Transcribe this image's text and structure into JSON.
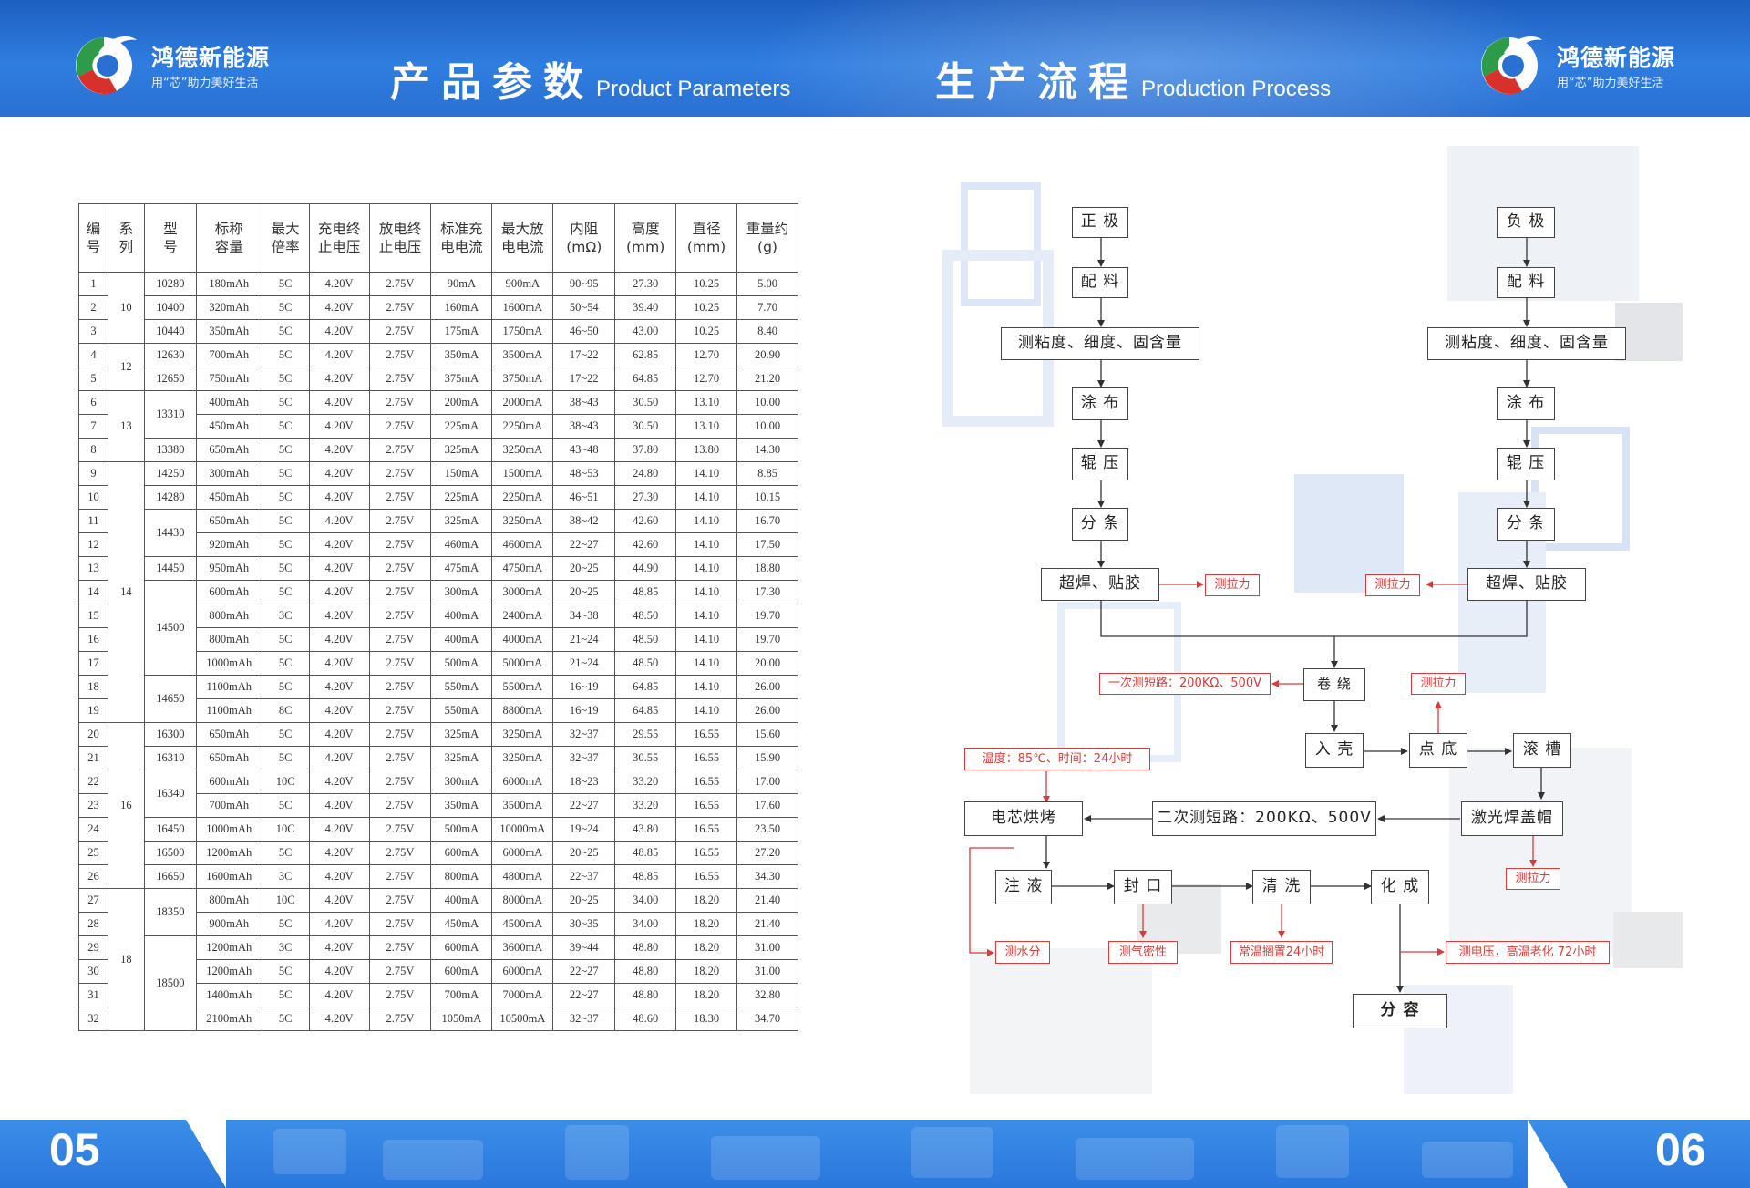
{
  "brand": {
    "name": "鸿德新能源",
    "slogan": "用“芯”助力美好生活"
  },
  "header": {
    "left_title_zh": "产品参数",
    "left_title_en": "Product Parameters",
    "right_title_zh": "生产流程",
    "right_title_en": "Production Process"
  },
  "footer": {
    "left_page": "05",
    "right_page": "06"
  },
  "table": {
    "headers": [
      "编号",
      "系列",
      "型号",
      "标称容量",
      "最大倍率",
      "充电终止电压",
      "放电终止电压",
      "标准充电电流",
      "最大放电电流",
      "内阻(mΩ)",
      "高度(mm)",
      "直径(mm)",
      "重量约(g)"
    ],
    "header_lines": [
      [
        "编",
        "号"
      ],
      [
        "系",
        "列"
      ],
      [
        "型",
        "号"
      ],
      [
        "标称",
        "容量"
      ],
      [
        "最大",
        "倍率"
      ],
      [
        "充电终",
        "止电压"
      ],
      [
        "放电终",
        "止电压"
      ],
      [
        "标准充",
        "电电流"
      ],
      [
        "最大放",
        "电电流"
      ],
      [
        "内阻",
        "(mΩ)"
      ],
      [
        "高度",
        "(mm)"
      ],
      [
        "直径",
        "(mm)"
      ],
      [
        "重量约",
        "(g)"
      ]
    ],
    "series_groups": [
      {
        "label": "10",
        "start": 0,
        "span": 3
      },
      {
        "label": "12",
        "start": 3,
        "span": 2
      },
      {
        "label": "13",
        "start": 5,
        "span": 3
      },
      {
        "label": "14",
        "start": 8,
        "span": 11
      },
      {
        "label": "16",
        "start": 19,
        "span": 7
      },
      {
        "label": "18",
        "start": 26,
        "span": 6
      }
    ],
    "model_groups": [
      {
        "label": "10280",
        "start": 0,
        "span": 1
      },
      {
        "label": "10400",
        "start": 1,
        "span": 1
      },
      {
        "label": "10440",
        "start": 2,
        "span": 1
      },
      {
        "label": "12630",
        "start": 3,
        "span": 1
      },
      {
        "label": "12650",
        "start": 4,
        "span": 1
      },
      {
        "label": "13310",
        "start": 5,
        "span": 2
      },
      {
        "label": "13380",
        "start": 7,
        "span": 1
      },
      {
        "label": "14250",
        "start": 8,
        "span": 1
      },
      {
        "label": "14280",
        "start": 9,
        "span": 1
      },
      {
        "label": "14430",
        "start": 10,
        "span": 2
      },
      {
        "label": "14450",
        "start": 12,
        "span": 1
      },
      {
        "label": "14500",
        "start": 13,
        "span": 4
      },
      {
        "label": "14650",
        "start": 17,
        "span": 2
      },
      {
        "label": "16300",
        "start": 19,
        "span": 1
      },
      {
        "label": "16310",
        "start": 20,
        "span": 1
      },
      {
        "label": "16340",
        "start": 21,
        "span": 2
      },
      {
        "label": "16450",
        "start": 23,
        "span": 1
      },
      {
        "label": "16500",
        "start": 24,
        "span": 1
      },
      {
        "label": "16650",
        "start": 25,
        "span": 1
      },
      {
        "label": "18350",
        "start": 26,
        "span": 2
      },
      {
        "label": "18500",
        "start": 28,
        "span": 4
      }
    ],
    "rows": [
      [
        "1",
        "180mAh",
        "5C",
        "4.20V",
        "2.75V",
        "90mA",
        "900mA",
        "90~95",
        "27.30",
        "10.25",
        "5.00"
      ],
      [
        "2",
        "320mAh",
        "5C",
        "4.20V",
        "2.75V",
        "160mA",
        "1600mA",
        "50~54",
        "39.40",
        "10.25",
        "7.70"
      ],
      [
        "3",
        "350mAh",
        "5C",
        "4.20V",
        "2.75V",
        "175mA",
        "1750mA",
        "46~50",
        "43.00",
        "10.25",
        "8.40"
      ],
      [
        "4",
        "700mAh",
        "5C",
        "4.20V",
        "2.75V",
        "350mA",
        "3500mA",
        "17~22",
        "62.85",
        "12.70",
        "20.90"
      ],
      [
        "5",
        "750mAh",
        "5C",
        "4.20V",
        "2.75V",
        "375mA",
        "3750mA",
        "17~22",
        "64.85",
        "12.70",
        "21.20"
      ],
      [
        "6",
        "400mAh",
        "5C",
        "4.20V",
        "2.75V",
        "200mA",
        "2000mA",
        "38~43",
        "30.50",
        "13.10",
        "10.00"
      ],
      [
        "7",
        "450mAh",
        "5C",
        "4.20V",
        "2.75V",
        "225mA",
        "2250mA",
        "38~43",
        "30.50",
        "13.10",
        "10.00"
      ],
      [
        "8",
        "650mAh",
        "5C",
        "4.20V",
        "2.75V",
        "325mA",
        "3250mA",
        "43~48",
        "37.80",
        "13.80",
        "14.30"
      ],
      [
        "9",
        "300mAh",
        "5C",
        "4.20V",
        "2.75V",
        "150mA",
        "1500mA",
        "48~53",
        "24.80",
        "14.10",
        "8.85"
      ],
      [
        "10",
        "450mAh",
        "5C",
        "4.20V",
        "2.75V",
        "225mA",
        "2250mA",
        "46~51",
        "27.30",
        "14.10",
        "10.15"
      ],
      [
        "11",
        "650mAh",
        "5C",
        "4.20V",
        "2.75V",
        "325mA",
        "3250mA",
        "38~42",
        "42.60",
        "14.10",
        "16.70"
      ],
      [
        "12",
        "920mAh",
        "5C",
        "4.20V",
        "2.75V",
        "460mA",
        "4600mA",
        "22~27",
        "42.60",
        "14.10",
        "17.50"
      ],
      [
        "13",
        "950mAh",
        "5C",
        "4.20V",
        "2.75V",
        "475mA",
        "4750mA",
        "20~25",
        "44.90",
        "14.10",
        "18.80"
      ],
      [
        "14",
        "600mAh",
        "5C",
        "4.20V",
        "2.75V",
        "300mA",
        "3000mA",
        "20~25",
        "48.85",
        "14.10",
        "17.30"
      ],
      [
        "15",
        "800mAh",
        "3C",
        "4.20V",
        "2.75V",
        "400mA",
        "2400mA",
        "34~38",
        "48.50",
        "14.10",
        "19.70"
      ],
      [
        "16",
        "800mAh",
        "5C",
        "4.20V",
        "2.75V",
        "400mA",
        "4000mA",
        "21~24",
        "48.50",
        "14.10",
        "19.70"
      ],
      [
        "17",
        "1000mAh",
        "5C",
        "4.20V",
        "2.75V",
        "500mA",
        "5000mA",
        "21~24",
        "48.50",
        "14.10",
        "20.00"
      ],
      [
        "18",
        "1100mAh",
        "5C",
        "4.20V",
        "2.75V",
        "550mA",
        "5500mA",
        "16~19",
        "64.85",
        "14.10",
        "26.00"
      ],
      [
        "19",
        "1100mAh",
        "8C",
        "4.20V",
        "2.75V",
        "550mA",
        "8800mA",
        "16~19",
        "64.85",
        "14.10",
        "26.00"
      ],
      [
        "20",
        "650mAh",
        "5C",
        "4.20V",
        "2.75V",
        "325mA",
        "3250mA",
        "32~37",
        "29.55",
        "16.55",
        "15.60"
      ],
      [
        "21",
        "650mAh",
        "5C",
        "4.20V",
        "2.75V",
        "325mA",
        "3250mA",
        "32~37",
        "30.55",
        "16.55",
        "15.90"
      ],
      [
        "22",
        "600mAh",
        "10C",
        "4.20V",
        "2.75V",
        "300mA",
        "6000mA",
        "18~23",
        "33.20",
        "16.55",
        "17.00"
      ],
      [
        "23",
        "700mAh",
        "5C",
        "4.20V",
        "2.75V",
        "350mA",
        "3500mA",
        "22~27",
        "33.20",
        "16.55",
        "17.60"
      ],
      [
        "24",
        "1000mAh",
        "10C",
        "4.20V",
        "2.75V",
        "500mA",
        "10000mA",
        "19~24",
        "43.80",
        "16.55",
        "23.50"
      ],
      [
        "25",
        "1200mAh",
        "5C",
        "4.20V",
        "2.75V",
        "600mA",
        "6000mA",
        "20~25",
        "48.85",
        "16.55",
        "27.20"
      ],
      [
        "26",
        "1600mAh",
        "3C",
        "4.20V",
        "2.75V",
        "800mA",
        "4800mA",
        "22~37",
        "48.85",
        "16.55",
        "34.30"
      ],
      [
        "27",
        "800mAh",
        "10C",
        "4.20V",
        "2.75V",
        "400mA",
        "8000mA",
        "20~25",
        "34.00",
        "18.20",
        "21.40"
      ],
      [
        "28",
        "900mAh",
        "5C",
        "4.20V",
        "2.75V",
        "450mA",
        "4500mA",
        "30~35",
        "34.00",
        "18.20",
        "21.40"
      ],
      [
        "29",
        "1200mAh",
        "3C",
        "4.20V",
        "2.75V",
        "600mA",
        "3600mA",
        "39~44",
        "48.80",
        "18.20",
        "31.00"
      ],
      [
        "30",
        "1200mAh",
        "5C",
        "4.20V",
        "2.75V",
        "600mA",
        "6000mA",
        "22~27",
        "48.80",
        "18.20",
        "31.00"
      ],
      [
        "31",
        "1400mAh",
        "5C",
        "4.20V",
        "2.75V",
        "700mA",
        "7000mA",
        "22~27",
        "48.80",
        "18.20",
        "32.80"
      ],
      [
        "32",
        "2100mAh",
        "5C",
        "4.20V",
        "2.75V",
        "1050mA",
        "10500mA",
        "32~37",
        "48.60",
        "18.30",
        "34.70"
      ]
    ]
  },
  "flow": {
    "boxes": {
      "pos_electrode": "正 极",
      "pos_mix": "配 料",
      "pos_test": "测粘度、细度、固含量",
      "pos_coat": "涂 布",
      "pos_press": "辊 压",
      "pos_slit": "分 条",
      "pos_weld": "超焊、贴胶",
      "neg_electrode": "负 极",
      "neg_mix": "配 料",
      "neg_test": "测粘度、细度、固含量",
      "neg_coat": "涂 布",
      "neg_press": "辊 压",
      "neg_slit": "分 条",
      "neg_weld": "超焊、贴胶",
      "winding": "卷 绕",
      "casing": "入 壳",
      "spot_weld": "点 底",
      "grooving": "滚 槽",
      "laser_weld": "激光焊盖帽",
      "second_short": "二次测短路：200KΩ、500V",
      "baking": "电芯烘烤",
      "injection": "注 液",
      "sealing": "封 口",
      "cleaning": "清 洗",
      "formation": "化 成",
      "grading": "分 容"
    },
    "notes": {
      "pos_pull": "测拉力",
      "neg_pull": "测拉力",
      "first_short": "一次测短路：200KΩ、500V",
      "spot_pull": "测拉力",
      "bake_cond": "温度：85℃、时间：24小时",
      "laser_pull": "测拉力",
      "moisture": "测水分",
      "airtight": "测气密性",
      "rest": "常温搁置24小时",
      "aging": "测电压，高温老化 72小时"
    }
  }
}
